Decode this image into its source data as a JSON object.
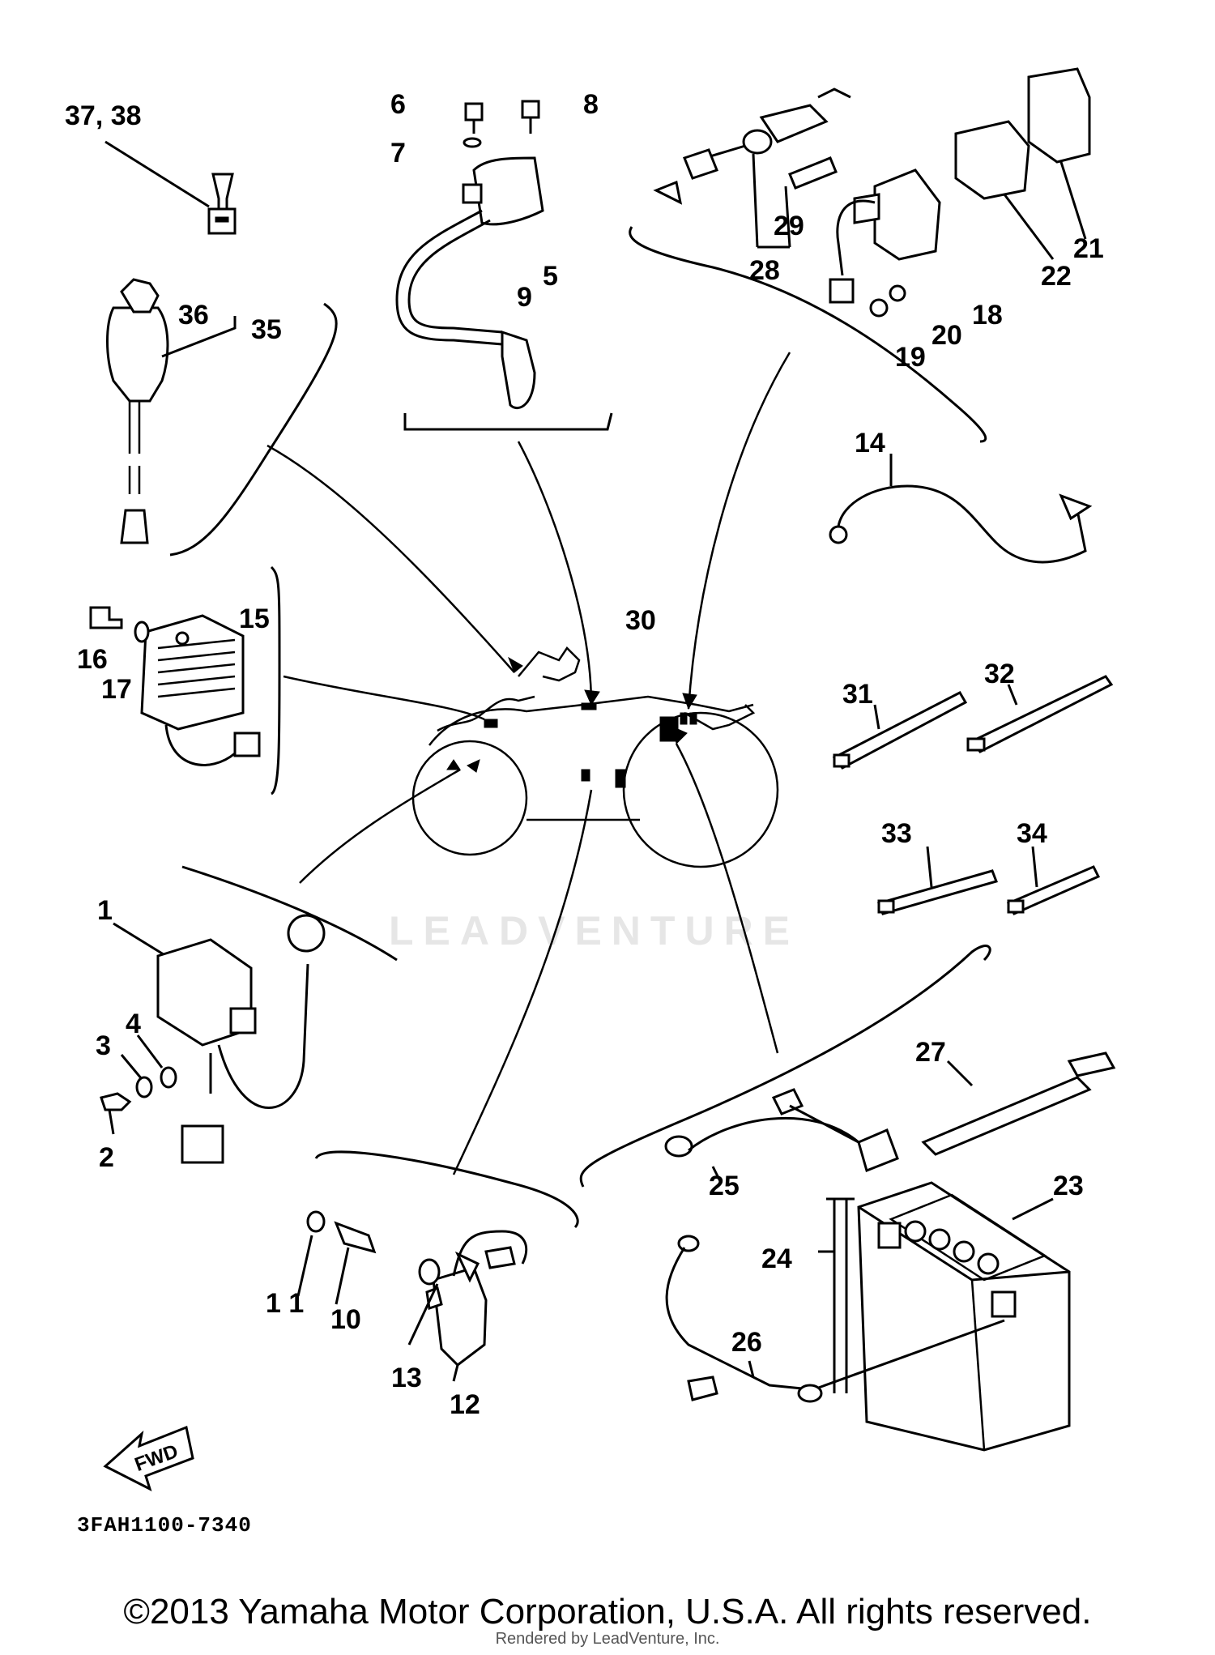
{
  "labels": {
    "l37_38": "37, 38",
    "l36": "36",
    "l35": "35",
    "l6": "6",
    "l7": "7",
    "l8": "8",
    "l5": "5",
    "l9": "9",
    "l28": "28",
    "l29": "29",
    "l18": "18",
    "l19": "19",
    "l20": "20",
    "l21": "21",
    "l22": "22",
    "l14": "14",
    "l15": "15",
    "l16": "16",
    "l17": "17",
    "l30": "30",
    "l31": "31",
    "l32": "32",
    "l33": "33",
    "l34": "34",
    "l1": "1",
    "l2": "2",
    "l3": "3",
    "l4": "4",
    "l10": "10",
    "l11": "1 1",
    "l12": "12",
    "l13": "13",
    "l23": "23",
    "l24": "24",
    "l25": "25",
    "l26": "26",
    "l27": "27"
  },
  "fwd_label": "FWD",
  "diagram_code": "3FAH1100-7340",
  "watermark": "LEADVENTURE",
  "copyright": "©2013 Yamaha Motor Corporation, U.S.A. All rights reserved.",
  "rendered_by": "Rendered by LeadVenture, Inc.",
  "icons": [
    "key-icon",
    "ignition-switch-icon",
    "ignition-coil-icon",
    "spark-plug-cap-icon",
    "fuse-holder-icon",
    "starter-relay-icon",
    "rectifier-regulator-icon",
    "cdi-unit-icon",
    "neutral-switch-icon",
    "battery-icon",
    "cable-band-icon",
    "fwd-arrow-icon",
    "vehicle-outline-icon"
  ]
}
